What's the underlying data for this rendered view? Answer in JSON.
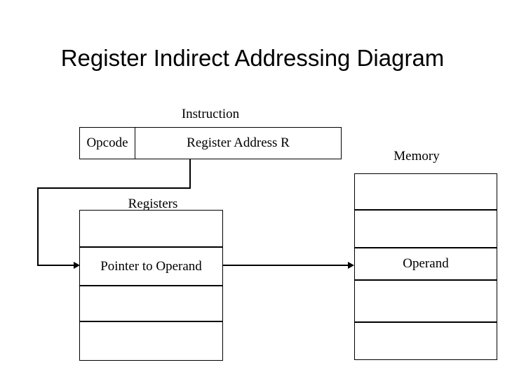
{
  "slide": {
    "title": "Register Indirect Addressing Diagram",
    "background_color": "#ffffff",
    "line_color": "#000000",
    "text_color": "#000000"
  },
  "instruction": {
    "caption": "Instruction",
    "opcode_label": "Opcode",
    "address_label": "Register Address R"
  },
  "registers": {
    "caption": "Registers",
    "rows": [
      {
        "label": ""
      },
      {
        "label": "Pointer to Operand"
      },
      {
        "label": ""
      },
      {
        "label": ""
      }
    ]
  },
  "memory": {
    "caption": "Memory",
    "rows": [
      {
        "label": ""
      },
      {
        "label": ""
      },
      {
        "label": "Operand"
      },
      {
        "label": ""
      },
      {
        "label": ""
      }
    ]
  },
  "connectors": [
    {
      "name": "instruction-to-registers",
      "from": "Register Address R field",
      "to": "Pointer to Operand register"
    },
    {
      "name": "registers-to-memory",
      "from": "Pointer to Operand register",
      "to": "Operand memory cell"
    }
  ]
}
